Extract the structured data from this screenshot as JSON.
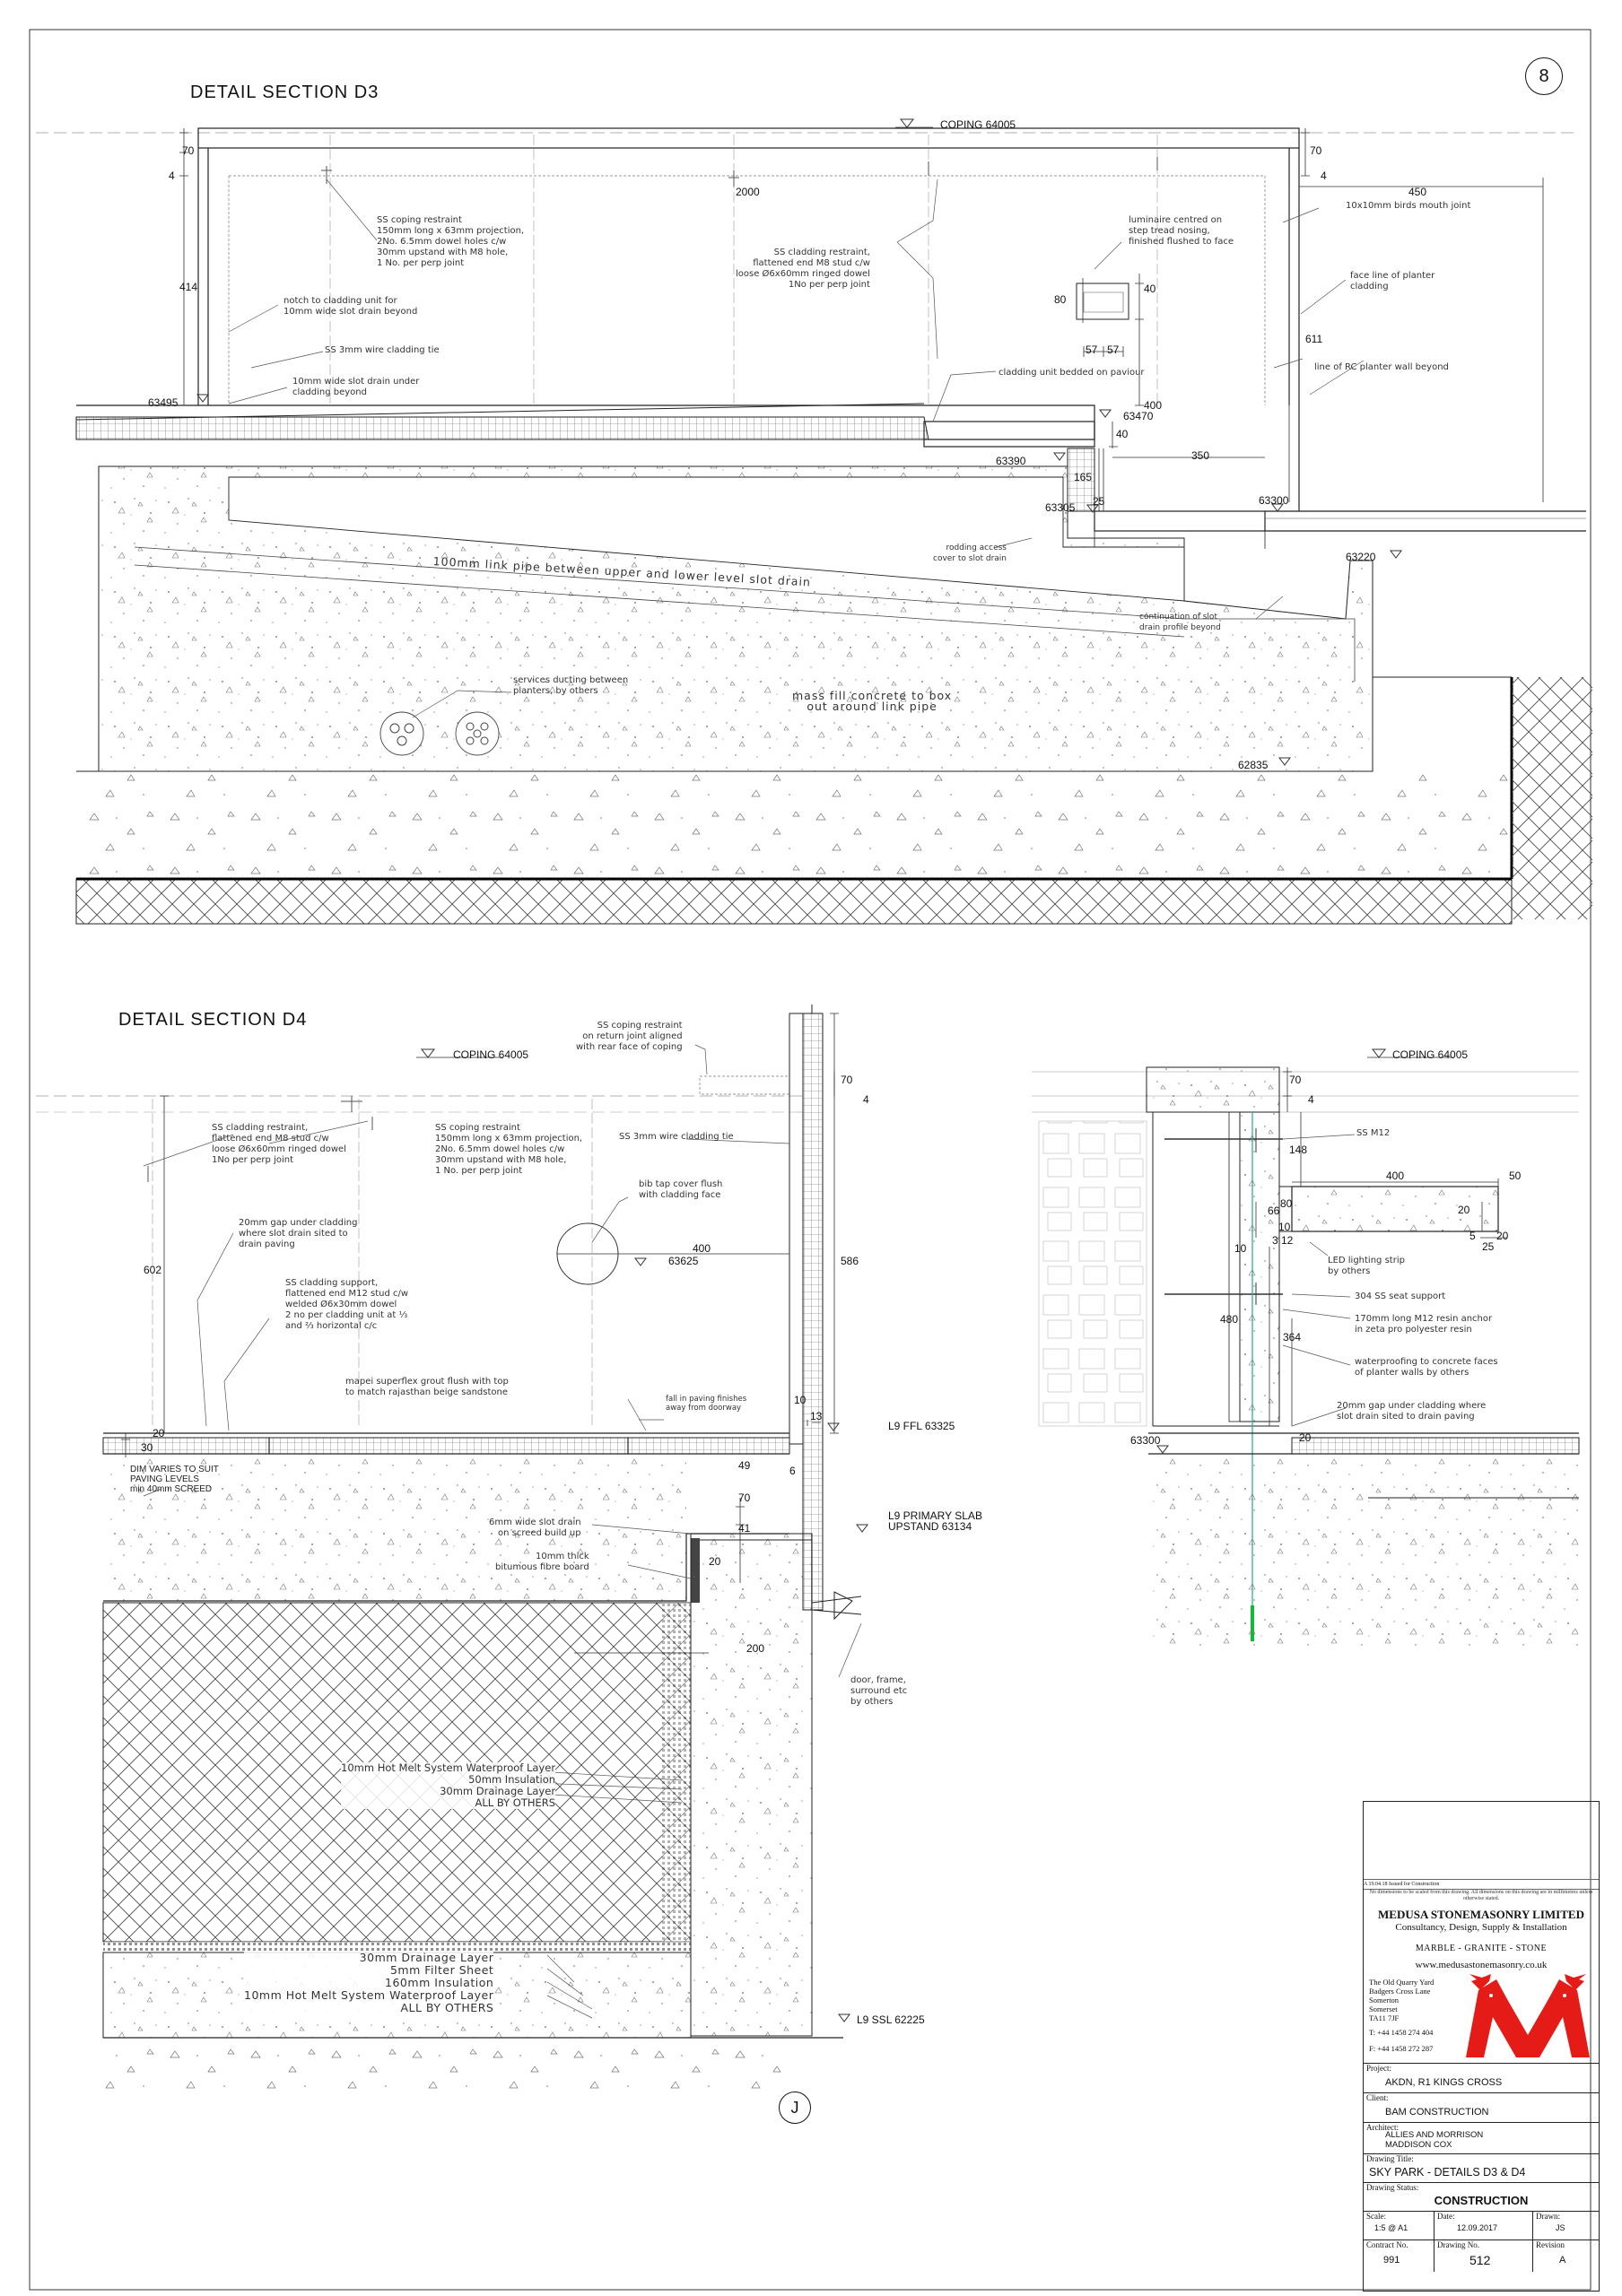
{
  "sheet_number": "8",
  "grid_label": "J",
  "d3": {
    "title": "DETAIL  SECTION D3",
    "levels": {
      "coping": "COPING 64005",
      "l63495": "63495",
      "l63470": "63470",
      "l63390": "63390",
      "l63305": "63305",
      "l63300": "63300",
      "l63220": "63220",
      "l62835": "62835"
    },
    "dims": {
      "d4a": "4",
      "d70a": "70",
      "d414": "414",
      "d4b": "4",
      "d70b": "70",
      "d2000": "2000",
      "d450": "450",
      "d611": "611",
      "d80": "80",
      "d40a": "40",
      "d57a": "57",
      "d57b": "57",
      "d400": "400",
      "d40b": "40",
      "d25": "25",
      "d165": "165",
      "d350": "350"
    },
    "notes": {
      "coping_restraint": "SS coping restraint\n150mm long x 63mm projection,\n2No. 6.5mm dowel holes c/w\n30mm upstand with M8 hole,\n1 No. per perp joint",
      "cladding_restraint": "SS cladding restraint,\nflattened end M8 stud c/w\nloose Ø6x60mm ringed dowel\n1No per perp joint",
      "luminaire": "luminaire centred on\nstep tread nosing,\nfinished flushed to face",
      "birds_mouth": "10x10mm birds mouth joint",
      "face_line": "face line of planter\ncladding",
      "rc_wall": "line of RC planter wall beyond",
      "notch": "notch to cladding unit for\n10mm wide slot drain beyond",
      "wire_tie": "SS 3mm wire cladding tie",
      "slot_drain": "10mm wide slot drain under\ncladding beyond",
      "bedded": "cladding unit bedded on paviour",
      "rodding": "rodding access\ncover to slot drain",
      "continuation": "continuation of slot\ndrain profile beyond",
      "link_pipe": "100mm link pipe between upper and lower level slot drain",
      "services": "services ducting between\nplanters, by others",
      "mass_fill": "mass fill concrete to box\nout around link pipe"
    }
  },
  "d4": {
    "title": "DETAIL  SECTION D4",
    "levels": {
      "coping": "COPING 64005",
      "l63625": "63625",
      "ffl": "L9 FFL 63325",
      "slab": "L9 PRIMARY SLAB\nUPSTAND 63134",
      "ssl": "L9 SSL 62225"
    },
    "dims": {
      "d602": "602",
      "d586": "586",
      "d70": "70",
      "d4": "4",
      "d400": "400",
      "d30": "30",
      "d20a": "20",
      "d10": "10",
      "d13": "13",
      "d49": "49",
      "d6": "6",
      "d70b": "70",
      "d41": "41",
      "d20b": "20",
      "d200": "200"
    },
    "notes": {
      "coping_restraint_return": "SS coping restraint\non return joint aligned\nwith rear face of coping",
      "cladding_restraint": "SS cladding restraint,\nflattened end M8 stud c/w\nloose Ø6x60mm ringed dowel\n1No per perp joint",
      "coping_restraint": "SS coping restraint\n150mm long x 63mm projection,\n2No. 6.5mm dowel holes c/w\n30mm upstand with M8 hole,\n1 No. per perp joint",
      "wire_tie": "SS 3mm wire cladding tie",
      "bib_tap": "bib tap cover flush\nwith cladding face",
      "gap_20": "20mm gap under cladding\nwhere slot drain sited to\ndrain paving",
      "cladding_support": "SS cladding support,\nflattened end M12 stud c/w\nwelded Ø6x30mm dowel\n2 no per cladding unit at ⅓\nand ⅔  horizontal c/c",
      "mapei": "mapei superflex grout flush with top\nto match rajasthan beige sandstone",
      "fall": "fall in paving finishes\naway from doorway",
      "dim_varies": "DIM VARIES TO SUIT\nPAVING LEVELS\nmin 40mm SCREED",
      "slot_6mm": "6mm wide slot drain\non screed build up",
      "fibre_board": "10mm thick\nbitumous fibre board",
      "door": "door, frame,\nsurround etc\nby others",
      "waterproof": "10mm Hot Melt System Waterproof Layer\n50mm Insulation\n30mm Drainage Layer\nALL BY OTHERS",
      "drainage": "30mm Drainage Layer\n5mm Filter Sheet\n160mm Insulation\n10mm Hot Melt System Waterproof Layer\nALL BY OTHERS"
    }
  },
  "d4b": {
    "levels": {
      "coping": "COPING 64005",
      "l63300": "63300"
    },
    "dims": {
      "d70": "70",
      "d4": "4",
      "d148": "148",
      "d400": "400",
      "d50": "50",
      "d66": "66",
      "d80": "80",
      "d10a": "10",
      "d3": "3",
      "d12": "12",
      "d20a": "20",
      "d5": "5",
      "d25": "25",
      "d20b": "20",
      "d10b": "10",
      "d480": "480",
      "d364": "364",
      "d20c": "20"
    },
    "notes": {
      "ss_m12": "SS M12",
      "led": "LED lighting strip\nby others",
      "seat_support": "304 SS seat support",
      "resin": "170mm long M12 resin anchor\nin zeta pro polyester resin",
      "waterproofing": "waterproofing to concrete faces\nof planter walls by others",
      "gap_20": "20mm gap under cladding where\nslot drain sited to drain paving"
    }
  },
  "title_block": {
    "revision_line": "A     19.04.18    Issued for Construction",
    "disclaimer": "No dimensions to be scaled from this drawing. All dimensions\non this drawing are in millimetres unless otherwise stated.",
    "company": "MEDUSA STONEMASONRY LIMITED",
    "subtitle": "Consultancy, Design, Supply & Installation",
    "materials": "MARBLE - GRANITE - STONE",
    "website": "www.medusastonemasonry.co.uk",
    "address": "The Old Quarry Yard\nBadgers Cross Lane\nSomerton\nSomerset\nTA11 7JF",
    "tel": "T: +44 1458 274 404",
    "fax": "F: +44 1458 272 287",
    "project_label": "Project:",
    "project": "AKDN, R1 KINGS CROSS",
    "client_label": "Client:",
    "client": "BAM CONSTRUCTION",
    "architect_label": "Architect:",
    "architect": "ALLIES AND MORRISON\nMADDISON COX",
    "drawing_title_label": "Drawing Title:",
    "drawing_title": "SKY PARK  - DETAILS D3 & D4",
    "status_label": "Drawing Status:",
    "status": "CONSTRUCTION",
    "scale_label": "Scale:",
    "scale": "1:5 @ A1",
    "date_label": "Date:",
    "date": "12.09.2017",
    "drawn_label": "Drawn:",
    "drawn": "JS",
    "contract_label": "Contract No.",
    "contract": "991",
    "drawing_no_label": "Drawing No.",
    "drawing_no": "512",
    "revision_label": "Revision",
    "revision": "A"
  }
}
